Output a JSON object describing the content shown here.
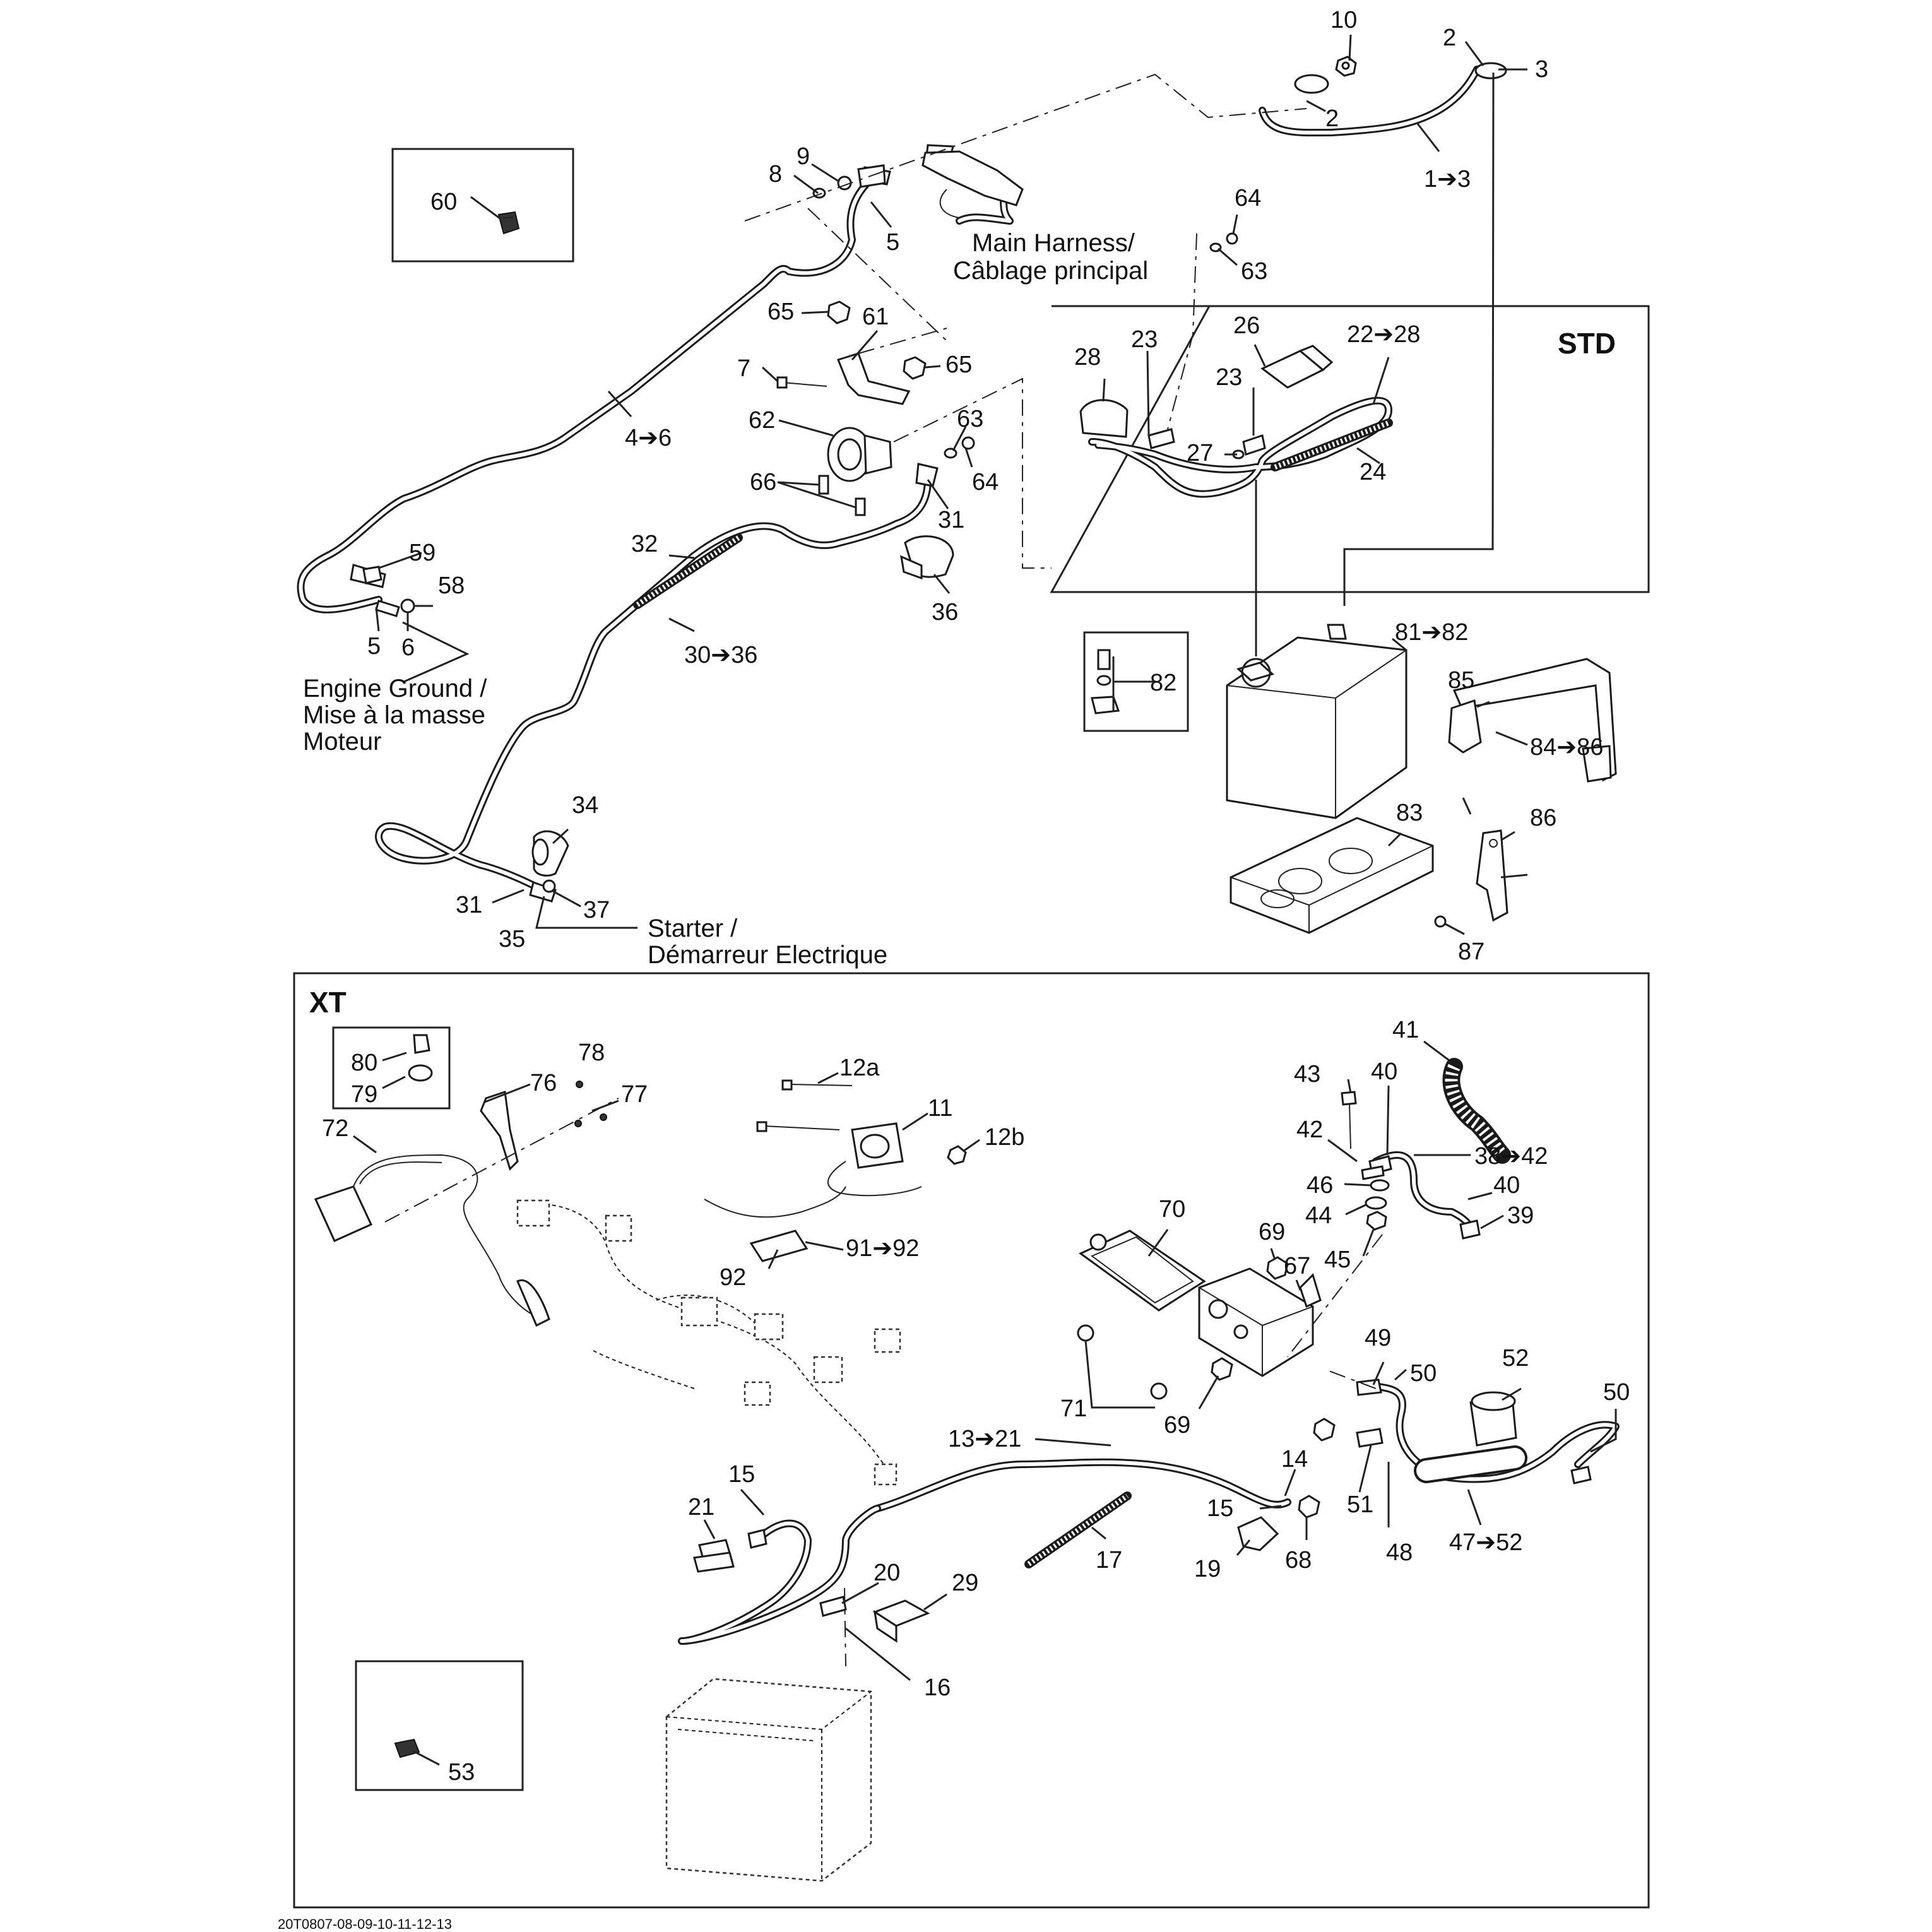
{
  "diagram": {
    "sections": {
      "std": "STD",
      "xt": "XT"
    },
    "notes": {
      "main_harness": [
        "Main Harness/",
        "Câblage principal"
      ],
      "engine_ground": [
        "Engine Ground /",
        "Mise à la masse",
        "Moteur"
      ],
      "starter": [
        "Starter /",
        "Démarreur Electrique"
      ]
    },
    "footer_code": "20T0807-08-09-10-11-12-13",
    "callouts": {
      "c10": "10",
      "c2a": "2",
      "c3": "3",
      "c2b": "2",
      "c1_3": "1➔3",
      "c9": "9",
      "c8": "8",
      "c5a": "5",
      "c60": "60",
      "c64a": "64",
      "c63a": "63",
      "c65a": "65",
      "c61": "61",
      "c7": "7",
      "c65b": "65",
      "c62": "62",
      "c63b": "63",
      "c64b": "64",
      "c66": "66",
      "c31a": "31",
      "c4_6": "4➔6",
      "c32": "32",
      "c36": "36",
      "c59": "59",
      "c58": "58",
      "c5b": "5",
      "c6": "6",
      "c30_36": "30➔36",
      "c34": "34",
      "c31b": "31",
      "c37": "37",
      "c35": "35",
      "c26": "26",
      "c22_28": "22➔28",
      "c28": "28",
      "c23a": "23",
      "c23b": "23",
      "c27": "27",
      "c24": "24",
      "c81_82": "81➔82",
      "c82": "82",
      "c85": "85",
      "c84_86": "84➔86",
      "c83": "83",
      "c86": "86",
      "c87": "87",
      "c80": "80",
      "c79": "79",
      "c78": "78",
      "c76": "76",
      "c77": "77",
      "c72": "72",
      "c12a": "12a",
      "c11": "11",
      "c12b": "12b",
      "c91_92": "91➔92",
      "c92": "92",
      "c41": "41",
      "c43": "43",
      "c40a": "40",
      "c42": "42",
      "c38_42": "38➔42",
      "c46": "46",
      "c40b": "40",
      "c44": "44",
      "c39": "39",
      "c45": "45",
      "c70": "70",
      "c69a": "69",
      "c67": "67",
      "c49": "49",
      "c50a": "50",
      "c52": "52",
      "c50b": "50",
      "c71": "71",
      "c69b": "69",
      "c13_21": "13➔21",
      "c14": "14",
      "c15a": "15",
      "c15b": "15",
      "c21": "21",
      "c51": "51",
      "c48": "48",
      "c47_52": "47➔52",
      "c17": "17",
      "c19": "19",
      "c68": "68",
      "c20": "20",
      "c29": "29",
      "c16": "16",
      "c53": "53"
    }
  }
}
